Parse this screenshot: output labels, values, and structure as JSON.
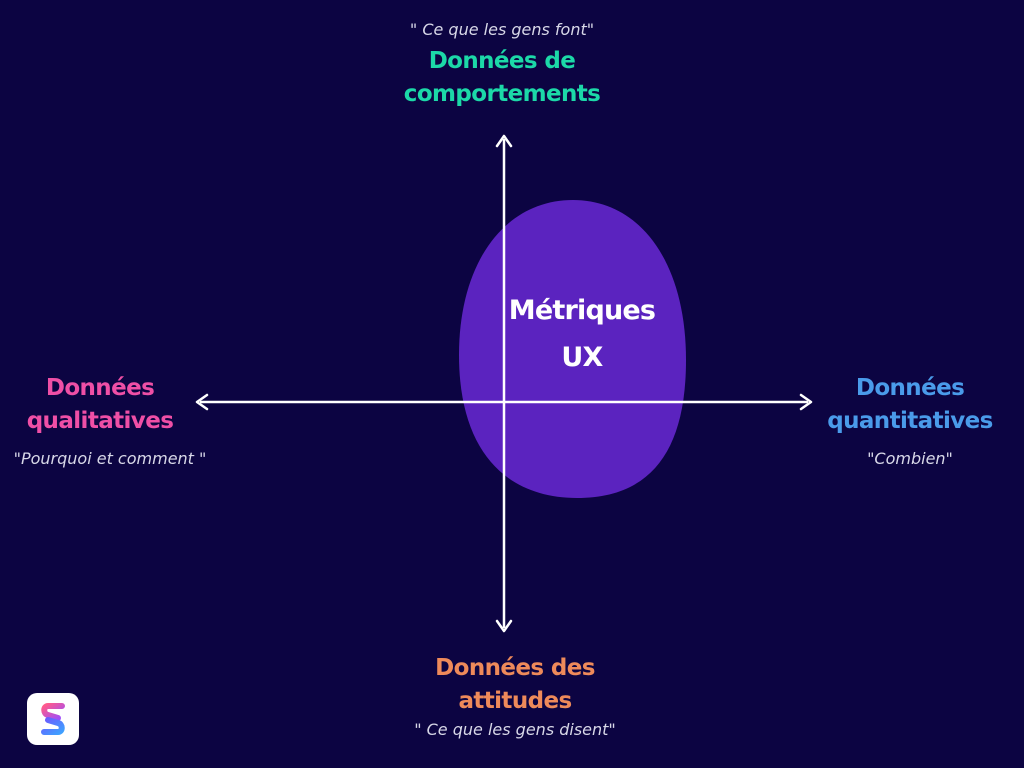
{
  "colors": {
    "background": "#0c0442",
    "center_shape": "#5b23bf",
    "axis": "#ffffff",
    "top_heading": "#1cd9a8",
    "left_heading": "#ef4fa6",
    "right_heading": "#4a9bea",
    "bottom_heading": "#ee8a5a"
  },
  "center": {
    "line1": "Métriques",
    "line2": "UX"
  },
  "top": {
    "quote": "\" Ce que les gens font\"",
    "heading_line1": "Données de",
    "heading_line2": "comportements"
  },
  "left": {
    "heading_line1": "Données",
    "heading_line2": "qualitatives",
    "quote": "\"Pourquoi et comment \""
  },
  "right": {
    "heading_line1": "Données",
    "heading_line2": "quantitatives",
    "quote": "\"Combien\""
  },
  "bottom": {
    "heading_line1": "Données des",
    "heading_line2": "attitudes",
    "quote": "\" Ce que les gens disent\""
  },
  "logo": {
    "icon": "brand-logo-icon"
  }
}
